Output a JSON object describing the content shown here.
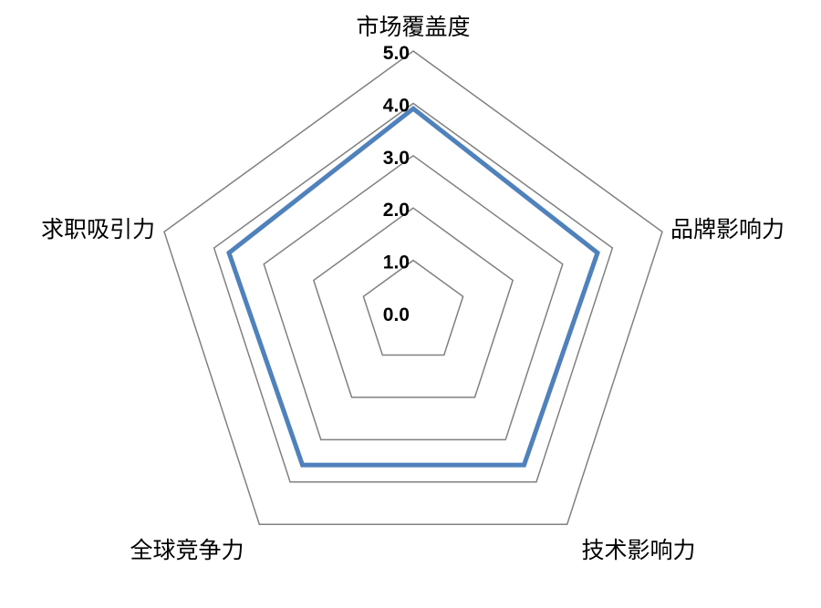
{
  "chart_data": {
    "type": "radar",
    "title": "",
    "categories": [
      "市场覆盖度",
      "品牌影响力",
      "技术影响力",
      "全球竞争力",
      "求职吸引力"
    ],
    "series": [
      {
        "values": [
          3.9,
          3.7,
          3.6,
          3.6,
          3.7
        ],
        "color": "#4F81BD"
      }
    ],
    "rlim": [
      0,
      5
    ],
    "tick_labels": [
      "0.0",
      "1.0",
      "2.0",
      "3.0",
      "4.0",
      "5.0"
    ],
    "ticks": [
      0,
      1,
      2,
      3,
      4,
      5
    ],
    "grid": true,
    "grid_color": "#808080",
    "legend": "none"
  }
}
